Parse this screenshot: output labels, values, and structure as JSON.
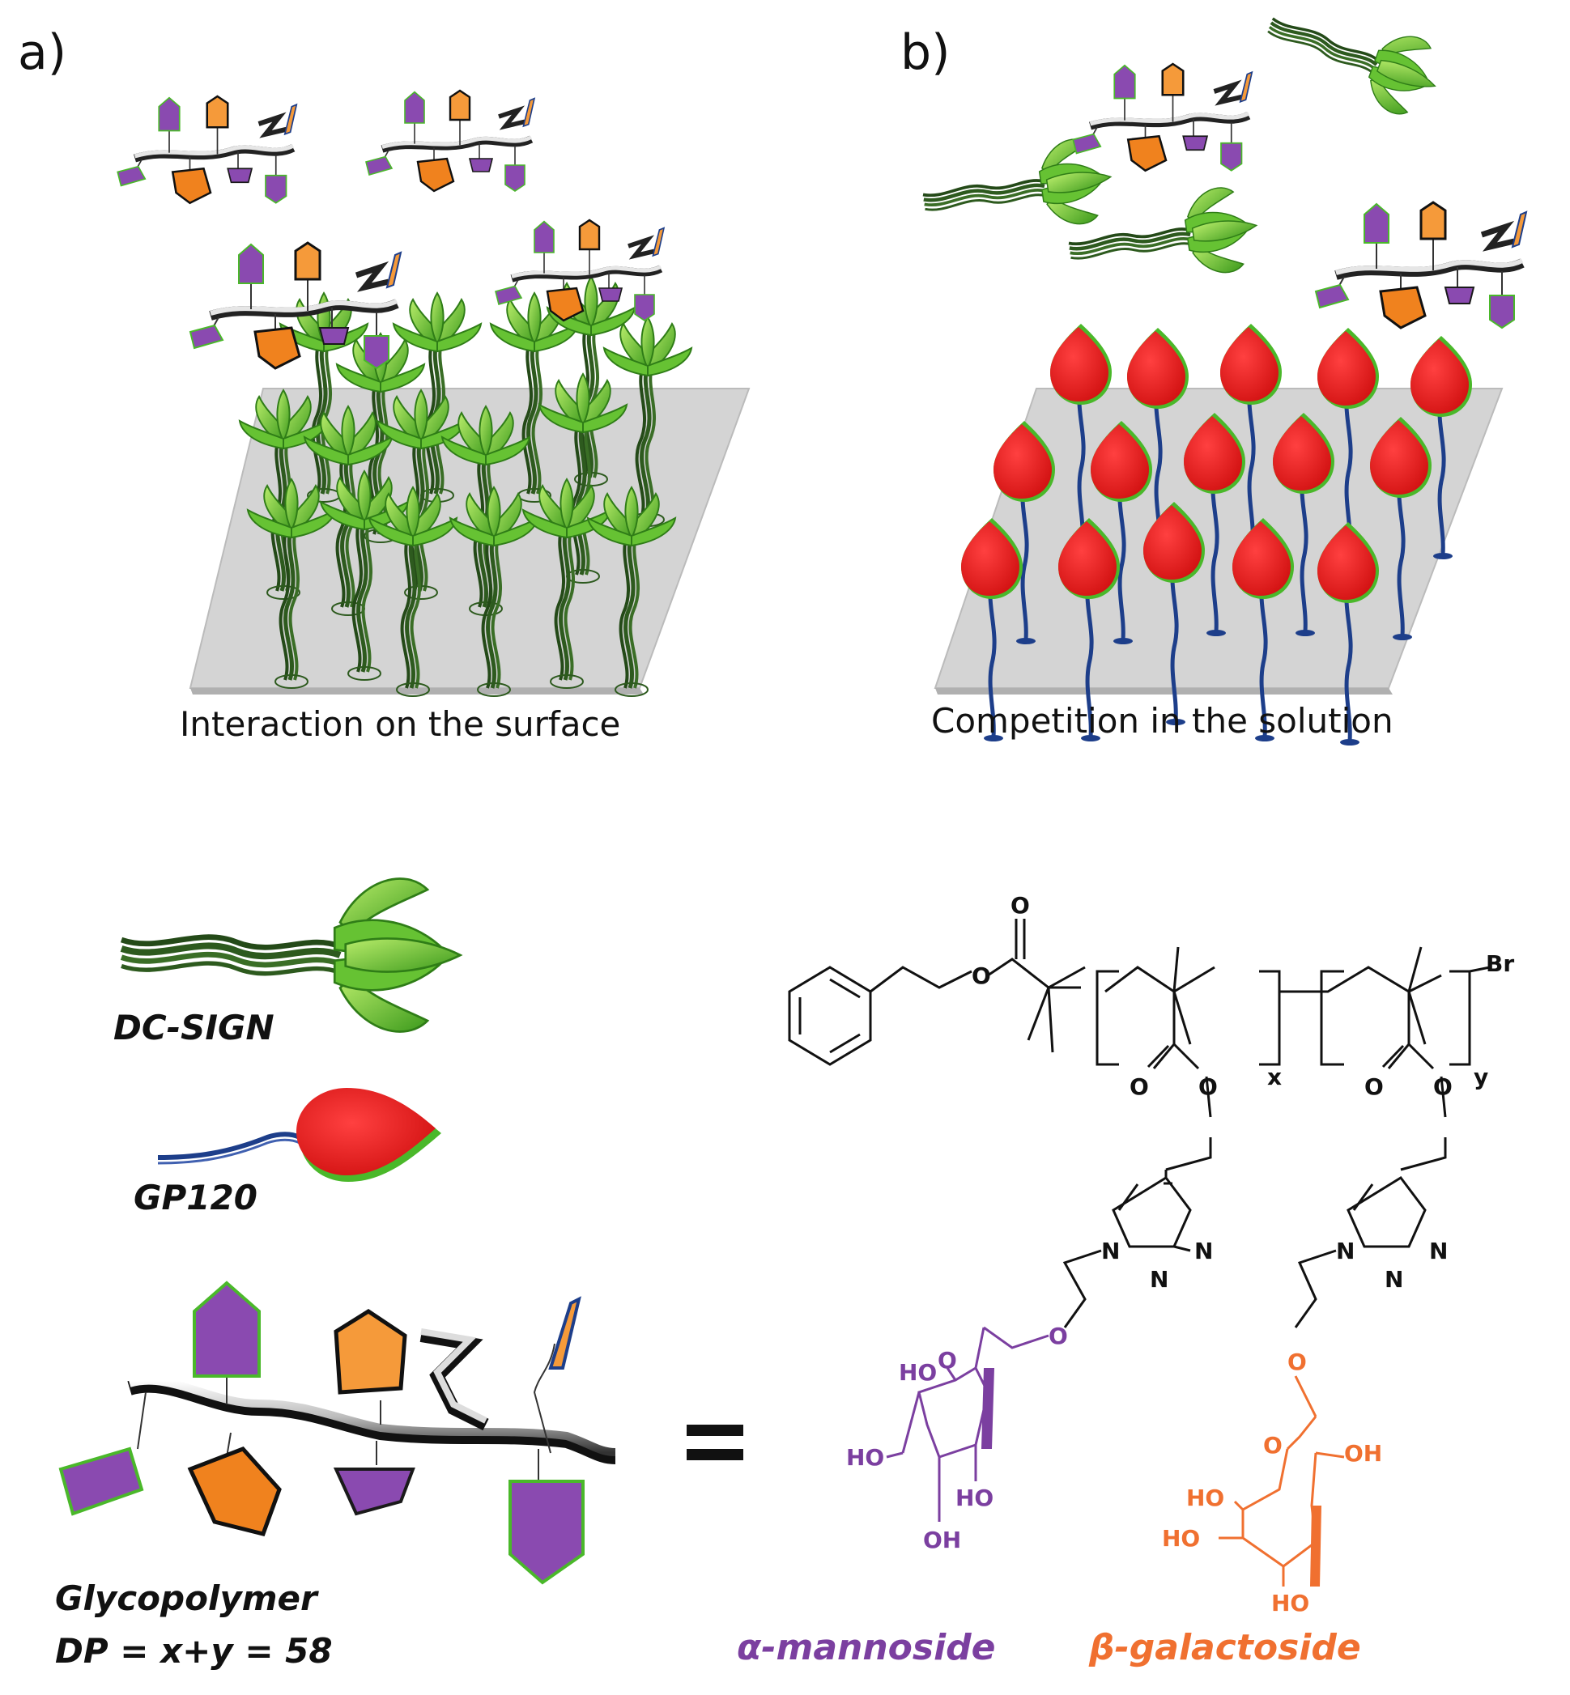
{
  "panels": {
    "a": {
      "label": "a)",
      "caption": "Interaction on the surface"
    },
    "b": {
      "label": "b)",
      "caption": "Competition in the solution"
    }
  },
  "legend": {
    "dcsign": "DC-SIGN",
    "gp120": "GP120",
    "glycopolymer_line1": "Glycopolymer",
    "glycopolymer_line2": "DP = x+y = 58",
    "equals": "="
  },
  "structure": {
    "atoms": {
      "o_carbonyl": "O",
      "o_ester": "O",
      "br": "Br",
      "x": "x",
      "y": "y",
      "o_side1a": "O",
      "o_side1b": "O",
      "o_side2a": "O",
      "o_side2b": "O",
      "n1_1": "N",
      "n1_2": "N",
      "n1_3": "N",
      "n2_1": "N",
      "n2_2": "N",
      "n2_3": "N"
    },
    "mannoside": {
      "ho1": "HO",
      "ring_o": "O",
      "glyco_o": "O",
      "ho2": "HO",
      "ho3": "HO",
      "oh": "OH"
    },
    "galactoside": {
      "glyco_o": "O",
      "ring_o": "O",
      "oh": "OH",
      "ho1": "HO",
      "ho2": "HO",
      "ho3": "HO"
    }
  },
  "sugars": {
    "alpha": "α-mannoside",
    "beta": "β-galactoside"
  },
  "colors": {
    "mannoside": "#7b3fa0",
    "galactoside": "#f07030",
    "lectin_green": "#5cb82e",
    "gp120_red": "#e8202a",
    "surface_gray": "#d4d4d4"
  }
}
